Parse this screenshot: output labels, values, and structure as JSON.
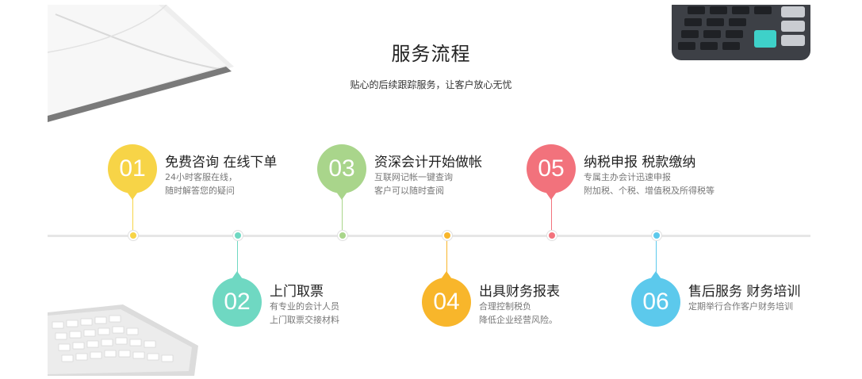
{
  "header": {
    "title": "服务流程",
    "subtitle": "贴心的后续跟踪服务，让客户放心无忧"
  },
  "steps": [
    {
      "num": "01",
      "title": "免费咨询  在线下单",
      "desc1": "24小时客服在线，",
      "desc2": "随时解答您的疑问",
      "color": "#f7d447"
    },
    {
      "num": "02",
      "title": "上门取票",
      "desc1": "有专业的会计人员",
      "desc2": "上门取票交接材料",
      "color": "#6fd8c2"
    },
    {
      "num": "03",
      "title": "资深会计开始做帐",
      "desc1": "互联网记帐一键查询",
      "desc2": "客户可以随时查阅",
      "color": "#a9d58b"
    },
    {
      "num": "04",
      "title": "出具财务报表",
      "desc1": "合理控制税负",
      "desc2": "降低企业经营风险。",
      "color": "#f8b62b"
    },
    {
      "num": "05",
      "title": "纳税申报  税款缴纳",
      "desc1": "专属主办会计迅速申报",
      "desc2": "附加税、个税、增值税及所得税等",
      "color": "#f2727c"
    },
    {
      "num": "06",
      "title": "售后服务  财务培训",
      "desc1": "定期举行合作客户财务培训",
      "desc2": "",
      "color": "#5cc9ec"
    }
  ],
  "decor": {
    "book": "book-icon",
    "calculator": "calculator-icon",
    "keyboard": "keyboard-icon"
  }
}
